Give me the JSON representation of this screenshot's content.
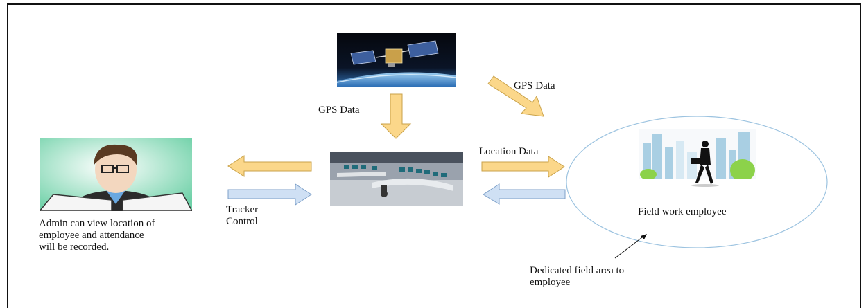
{
  "diagram": {
    "labels": {
      "gps_data_top": "GPS Data",
      "gps_data_right": "GPS Data",
      "location_data": "Location Data",
      "tracker_control": "Tracker\nControl",
      "admin_caption": "Admin can view location of\nemployee and attendance\nwill be recorded.",
      "field_employee_caption": "Field work employee",
      "field_area_caption": "Dedicated field area to\nemployee"
    },
    "colors": {
      "yellow_arrow": "#fbd78a",
      "yellow_arrow_stroke": "#c9a24a",
      "blue_arrow": "#cfe0f4",
      "blue_arrow_stroke": "#7c9fc8",
      "circle_stroke": "#9cc3e0",
      "frame": "#111111"
    },
    "icons": {
      "satellite": "satellite-image",
      "admin": "admin-reading-image",
      "control_room": "control-room-image",
      "field_worker": "businessman-walking-image"
    }
  }
}
